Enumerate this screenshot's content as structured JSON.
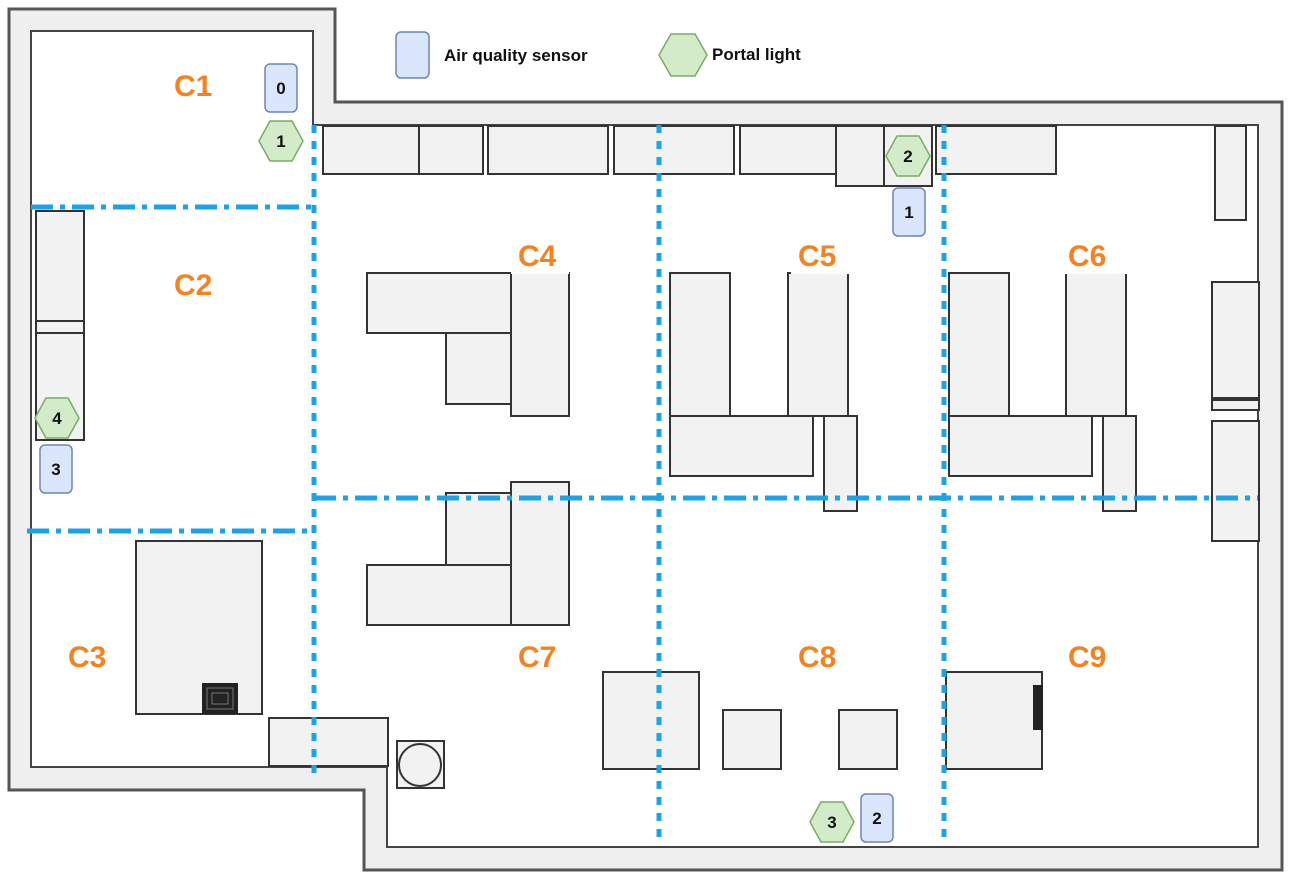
{
  "legend": {
    "sensor_label": "Air quality sensor",
    "light_label": "Portal light"
  },
  "colors": {
    "zone_text": "#f5821f",
    "divider": "#1aa3e8",
    "sensor_fill": "#d9e6fb",
    "light_fill": "#d3ebc9"
  },
  "zones": [
    "C1",
    "C2",
    "C3",
    "C4",
    "C5",
    "C6",
    "C7",
    "C8",
    "C9"
  ],
  "sensors": [
    "0",
    "1",
    "2",
    "3"
  ],
  "lights": [
    "1",
    "2",
    "3",
    "4"
  ]
}
